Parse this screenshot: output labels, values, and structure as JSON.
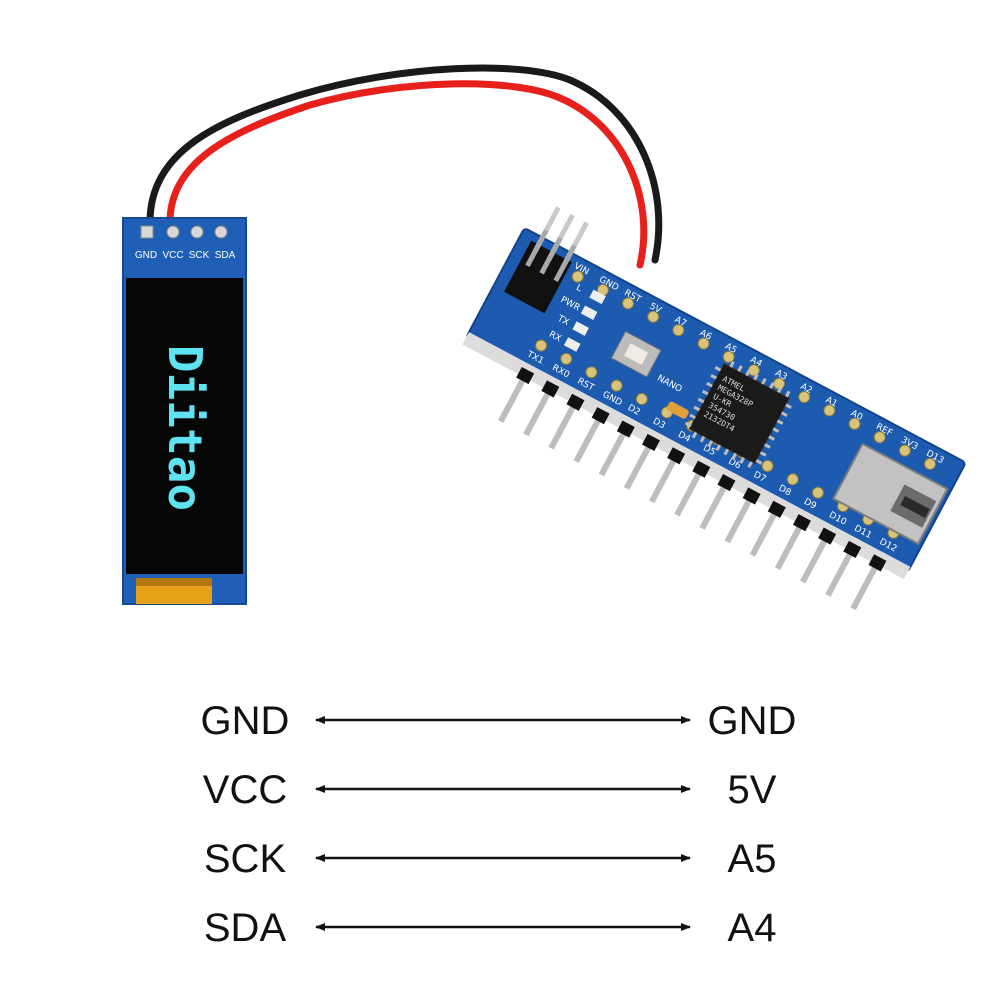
{
  "oled": {
    "pins": [
      "GND",
      "VCC",
      "SCK",
      "SDA"
    ],
    "screen_text": "Diitao"
  },
  "nano": {
    "pin_labels_top": [
      "TX1",
      "RX0",
      "RST",
      "GND",
      "D2",
      "D3",
      "D4",
      "D5",
      "D6",
      "D7",
      "D8",
      "D9",
      "D10",
      "D11",
      "D12"
    ],
    "pin_labels_bottom": [
      "VIN",
      "GND",
      "RST",
      "5V",
      "A7",
      "A6",
      "A5",
      "A4",
      "A3",
      "A2",
      "A1",
      "A0",
      "REF",
      "3V3",
      "D13"
    ],
    "led_labels": [
      "L",
      "PWR",
      "TX",
      "RX"
    ],
    "board_name": "NANO",
    "chip_lines": [
      "ATMEL",
      "MEGA328P",
      "U-KR",
      "354730",
      "2132DT4"
    ]
  },
  "connections": [
    {
      "left": "GND",
      "right": "GND"
    },
    {
      "left": "VCC",
      "right": "5V"
    },
    {
      "left": "SCK",
      "right": "A5"
    },
    {
      "left": "SDA",
      "right": "A4"
    }
  ],
  "colors": {
    "oled_board": "#1f5fb8",
    "nano_board": "#1d5bb0",
    "oled_glyph": "#5fe3f0",
    "wire_red": "#e8201c",
    "wire_black": "#1a1a1a",
    "arrow": "#111111"
  }
}
